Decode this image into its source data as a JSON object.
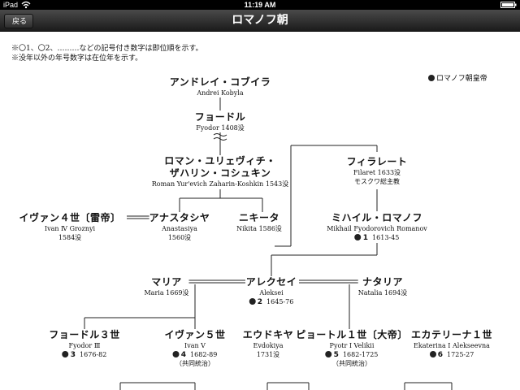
{
  "status_bar": {
    "carrier": "iPad",
    "time": "11:19 AM"
  },
  "navbar": {
    "back_label": "戻る",
    "title": "ロマノフ朝"
  },
  "notes": [
    "※〇1、〇2、………などの記号付き数字は即位順を示す。",
    "※没年以外の年号数字は在位年を示す。"
  ],
  "legend": {
    "label": "ロマノフ朝皇帝"
  },
  "people": {
    "andrei": {
      "jp": "アンドレイ・コブイラ",
      "en": "Andrei Kobyla"
    },
    "fyodor1408": {
      "jp": "フョードル",
      "en": "Fyodor 1408没"
    },
    "roman": {
      "jp1": "ロマン・ユリェヴィチ・",
      "jp2": "ザハリン・コシュキン",
      "en": "Roman Yur'evich Zaharin-Koshkin 1543没"
    },
    "filaret": {
      "jp": "フィラレート",
      "en1": "Filaret 1633没",
      "en2": "モスクワ総主教"
    },
    "ivan4": {
      "jp": "イヴァン４世〔雷帝〕",
      "en1": "Ivan Ⅳ Groznyi",
      "en2": "1584没"
    },
    "anastasiya": {
      "jp": "アナスタシヤ",
      "en1": "Anastasiya",
      "en2": "1560没"
    },
    "nikita": {
      "jp": "ニキータ",
      "en": "Nikita 1586没"
    },
    "mikhail": {
      "jp": "ミハイル・ロマノフ",
      "en": "Mikhail Fyodorovich Romanov",
      "num": "1",
      "years": "1613-45"
    },
    "mariya": {
      "jp": "マリア",
      "en": "Maria 1669没"
    },
    "aleksei": {
      "jp": "アレクセイ",
      "en": "Aleksei",
      "num": "2",
      "years": "1645-76"
    },
    "natalia": {
      "jp": "ナタリア",
      "en": "Natalia 1694没"
    },
    "fyodor3": {
      "jp": "フョードル３世",
      "en": "Fyodor Ⅲ",
      "num": "3",
      "years": "1676-82"
    },
    "ivan5": {
      "jp": "イヴァン５世",
      "en": "Ivan Ⅴ",
      "num": "4",
      "years": "1682-89",
      "note": "（共同統治）"
    },
    "evdokiya": {
      "jp": "エウドキヤ",
      "en1": "Evdokiya",
      "en2": "1731没"
    },
    "pyotr1": {
      "jp": "ピョートル１世〔大帝〕",
      "en": "Pyotr Ⅰ Velikii",
      "num": "5",
      "years": "1682-1725",
      "note": "（共同統治）"
    },
    "ekaterina1": {
      "jp": "エカテリーナ１世",
      "en": "Ekaterina Ⅰ Alekseevna",
      "num": "6",
      "years": "1725-27"
    }
  }
}
